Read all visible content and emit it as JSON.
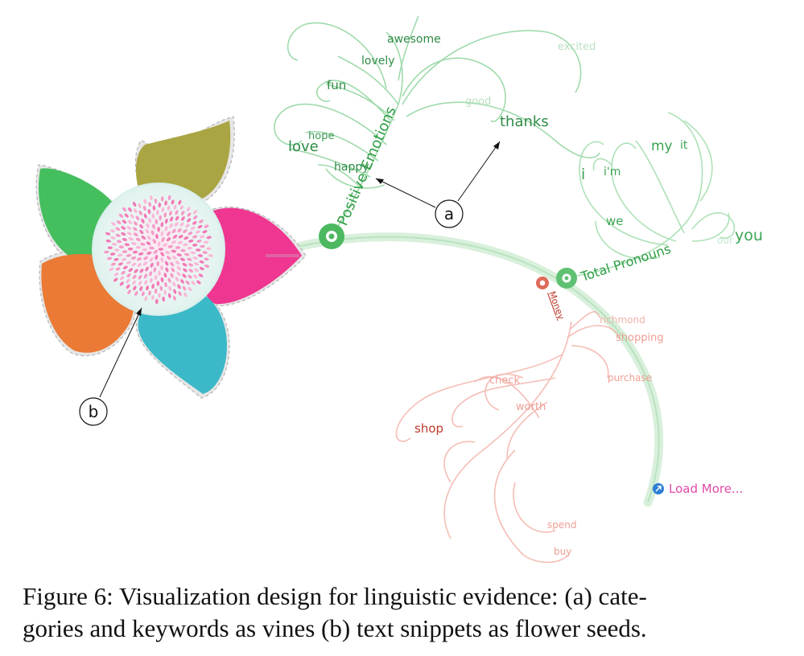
{
  "figure": {
    "callout_a": "a",
    "callout_b": "b",
    "categories": [
      {
        "label": "Positive Emotions",
        "color": "#2e9e44"
      },
      {
        "label": "Total Pronouns",
        "color": "#2e9e44"
      },
      {
        "label": "Money",
        "color": "#c0392b"
      }
    ],
    "keywords_positive": [
      "awesome",
      "lovely",
      "fun",
      "hope",
      "love",
      "happy",
      "excited",
      "good",
      "thanks"
    ],
    "keywords_pronouns": [
      "my",
      "it",
      "i",
      "i'm",
      "we",
      "our",
      "you"
    ],
    "keywords_money": [
      "richmond",
      "shopping",
      "purchase",
      "check",
      "worth",
      "shop",
      "spend",
      "buy"
    ],
    "load_more": "Load More...",
    "petal_colors": [
      "#45be5e",
      "#a9a542",
      "#ef3690",
      "#3bb9c8",
      "#ea7a35"
    ]
  },
  "caption": {
    "line1": "Figure 6: Visualization design for linguistic evidence: (a) cate-",
    "line2": "gories and keywords as vines (b) text snippets as flower seeds."
  }
}
